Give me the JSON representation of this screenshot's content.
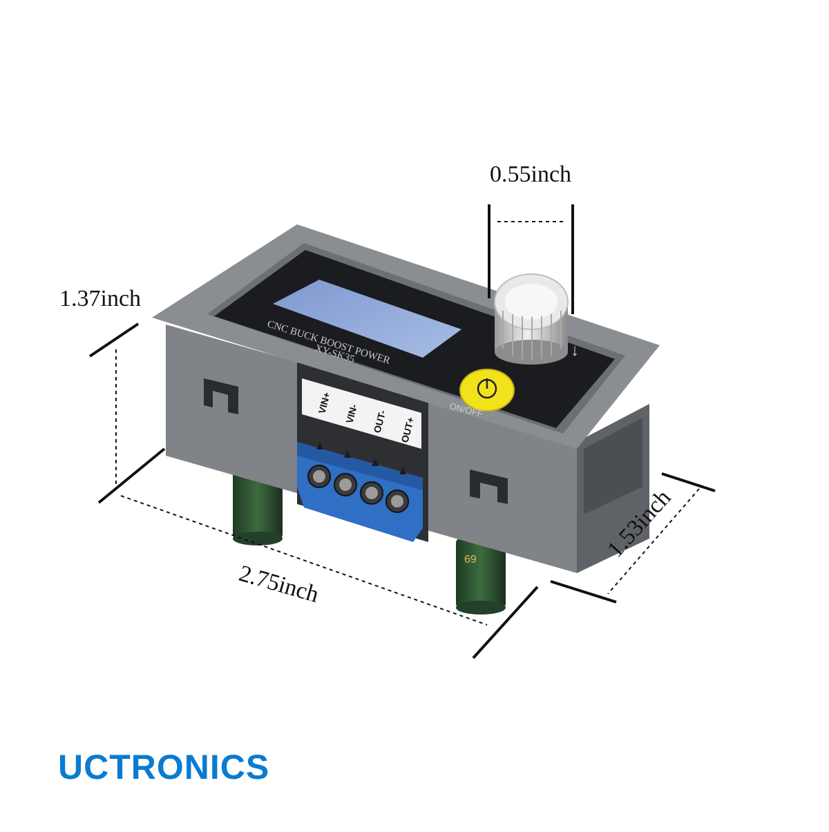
{
  "dimensions": {
    "knob_width": "0.55inch",
    "height": "1.37inch",
    "length": "2.75inch",
    "depth": "1.53inch"
  },
  "device": {
    "panel_line1": "CNC BUCK BOOST POWER",
    "panel_line2": "XY-SK35",
    "button_label": "ON/OFF",
    "terminals": [
      "VIN+",
      "VIN-",
      "OUT-",
      "OUT+"
    ]
  },
  "brand": "UCTRONICS",
  "colors": {
    "housing": "#7d8084",
    "panel": "#1b1c20",
    "screen": "#8fa6d6",
    "terminal_block": "#2f6fc4",
    "power_button": "#f2e21c",
    "brand": "#0a7bd0"
  }
}
